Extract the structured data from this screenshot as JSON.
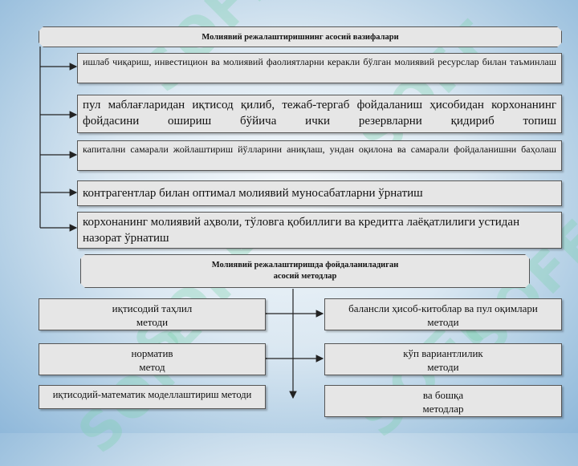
{
  "watermark": "SOFF",
  "top_title": "Молиявий режалаштиришнинг асосий вазифалари",
  "tasks": [
    "ишлаб чиқариш, инвестицион ва молиявий фаолиятларни керакли бўлган молиявий ресурслар билан таъминлаш",
    "пул маблағларидан иқтисод қилиб, тежаб-тергаб фойдаланиш ҳисобидан корхонанинг фойдасини ошириш бўйича ички резервларни қидириб топиш",
    "капитални самарали жойлаштириш йўлларини аниқлаш, ундан оқилона ва самарали фойдаланишни баҳолаш",
    "контрагентлар билан оптимал молиявий муносабатларни ўрнатиш",
    "корхонанинг молиявий аҳволи, тўловга қобиллиги ва кредитга лаёқатлилиги устидан назорат ўрнатиш"
  ],
  "methods_title": {
    "line1": "Молиявий режалаштиришда фойдаланиладиган",
    "line2": "асосий методлар"
  },
  "methods": {
    "left": [
      {
        "line1": "иқтисодий таҳлил",
        "line2": "методи"
      },
      {
        "line1": "норматив",
        "line2": "метод"
      },
      {
        "line1": "иқтисодий-математик моделлаштириш методи",
        "line2": ""
      }
    ],
    "right": [
      {
        "line1": "балансли ҳисоб-китоблар ва пул оқимлари",
        "line2": "методи"
      },
      {
        "line1": "кўп вариантлилик",
        "line2": "методи"
      },
      {
        "line1": "ва бошқа",
        "line2": "методлар"
      }
    ]
  },
  "colors": {
    "box_fill": "#e6e6e6",
    "border": "#555555",
    "watermark": "#78d2aa"
  }
}
